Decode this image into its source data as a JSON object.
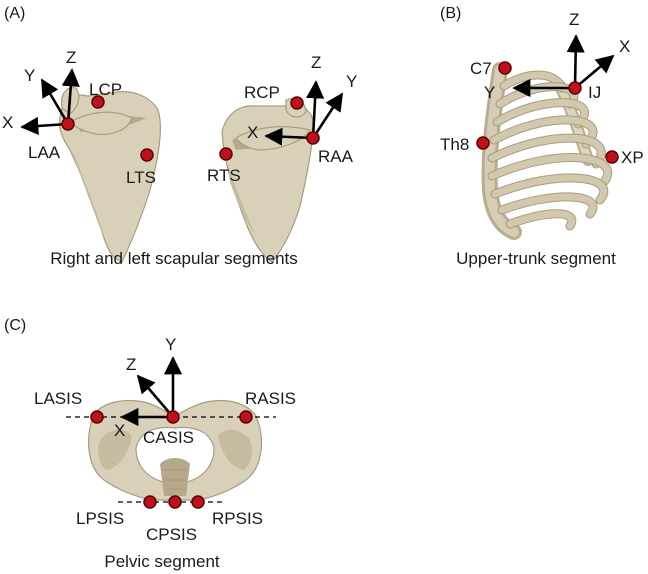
{
  "panels": {
    "a": {
      "tag": "(A)",
      "caption": "Right and left scapular segments",
      "left_scapula": {
        "x_axis": "X",
        "y_axis": "Y",
        "z_axis": "Z",
        "lcp": "LCP",
        "laa": "LAA",
        "lts": "LTS"
      },
      "right_scapula": {
        "z_axis": "Z",
        "y_axis": "Y",
        "x_axis": "X",
        "rcp": "RCP",
        "raa": "RAA",
        "rts": "RTS"
      }
    },
    "b": {
      "tag": "(B)",
      "caption": "Upper-trunk segment",
      "z_axis": "Z",
      "x_axis": "X",
      "y_axis": "Y",
      "c7": "C7",
      "ij": "IJ",
      "th8": "Th8",
      "xp": "XP"
    },
    "c": {
      "tag": "(C)",
      "caption": "Pelvic segment",
      "y_axis": "Y",
      "z_axis": "Z",
      "x_axis": "X",
      "lasis": "LASIS",
      "rasis": "RASIS",
      "casis": "CASIS",
      "lpsis": "LPSIS",
      "cpsis": "CPSIS",
      "rpsis": "RPSIS"
    }
  },
  "colors": {
    "marker": "#c0101a",
    "bone": "#d9d0b9",
    "axis": "#000000"
  }
}
